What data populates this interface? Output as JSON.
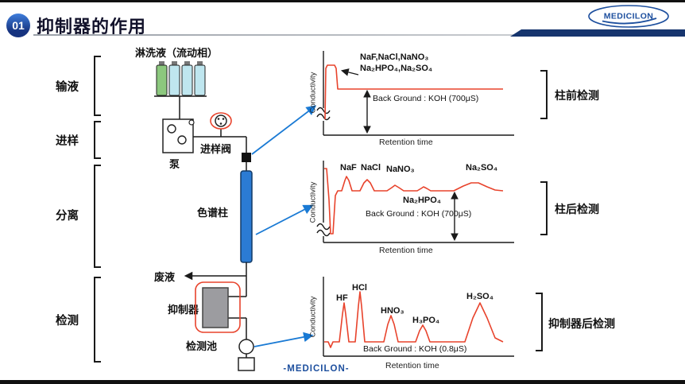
{
  "header": {
    "badge": "01",
    "title": "抑制器的作用",
    "logo": "MEDICILON"
  },
  "footer": {
    "brand": "-MEDICILON-"
  },
  "stages": [
    {
      "label": "输液"
    },
    {
      "label": "进样"
    },
    {
      "label": "分离"
    },
    {
      "label": "检测"
    }
  ],
  "diagram": {
    "eluent": "淋洗液（流动相）",
    "pump": "泵",
    "valve": "进样阀",
    "column": "色谱柱",
    "waste": "废液",
    "suppressor": "抑制器",
    "cell": "检测池",
    "bottle_colors": [
      "#8cc87e",
      "#bfe6ef",
      "#bfe6ef",
      "#bfe6ef"
    ]
  },
  "colors": {
    "trace": "#e8432c",
    "highlight": "#e8432c",
    "connector": "#1a7ad4",
    "column_fill": "#2b7bd3",
    "suppressor_fill": "#9c9ca0",
    "brand": "#1d4f9e",
    "navy_bar": "#16356e"
  },
  "charts": [
    {
      "ylabel": "Conductivity",
      "xlabel": "Retention time",
      "note1": "NaF,NaCl,NaNO₃",
      "note2": "Na₂HPO₄,Na₂SO₄",
      "background": "Back Ground : KOH (700μS)",
      "bracket": "柱前检测",
      "trace": "24,92 25,28 27,24 36,24 38,28 40,54 248,54"
    },
    {
      "ylabel": "Conductivity",
      "xlabel": "Retention time",
      "background": "Back Ground : KOH (700μS)",
      "bracket": "柱后检测",
      "peaks": [
        {
          "label": "NaF"
        },
        {
          "label": "NaCl"
        },
        {
          "label": "NaNO₃"
        },
        {
          "label": "Na₂HPO₄"
        },
        {
          "label": "Na₂SO₄"
        }
      ],
      "trace": "23,16 26,16 29,55 31,98 34,98 37,50 40,44 45,44 49,31 51,26 54,31 58,44 68,44 73,34 77,30 81,34 86,44 102,44 108,40 112,37 117,40 123,44 140,44 145,41 148,39 152,41 157,44 186,44 198,38 208,34 217,34 228,39 238,43 248,44"
    },
    {
      "ylabel": "Conductivity",
      "xlabel": "Retention time",
      "background": "Back Ground : KOH (0.8μS)",
      "bracket": "抑制器后检测",
      "peaks": [
        {
          "label": "HF"
        },
        {
          "label": "HCl"
        },
        {
          "label": "HNO₃"
        },
        {
          "label": "H₃PO₄"
        },
        {
          "label": "H₂SO₄"
        }
      ],
      "trace": "23,90 28,90 31,97 34,90 42,90 46,55 48,41 50,55 54,90 62,90 66,45 68,27 70,45 74,90 98,90 103,68 107,57 111,68 116,90 138,90 143,76 147,69 151,76 156,90 200,90 210,60 219,41 228,60 238,85 248,90"
    }
  ],
  "chart_data": [
    {
      "type": "line",
      "title": "柱前检测",
      "xlabel": "Retention time",
      "ylabel": "Conductivity",
      "baseline": "KOH 700μS",
      "peaks": [
        "NaF,NaCl,NaNO₃,Na₂HPO₄,Na₂SO₄ — unresolved single early peak"
      ]
    },
    {
      "type": "line",
      "title": "柱后检测",
      "xlabel": "Retention time",
      "ylabel": "Conductivity",
      "baseline": "KOH 700μS",
      "peaks": [
        "NaF",
        "NaCl",
        "NaNO₃",
        "Na₂HPO₄",
        "Na₂SO₄"
      ]
    },
    {
      "type": "line",
      "title": "抑制器后检测",
      "xlabel": "Retention time",
      "ylabel": "Conductivity",
      "baseline": "KOH 0.8μS",
      "peaks": [
        "HF",
        "HCl",
        "HNO₃",
        "H₃PO₄",
        "H₂SO₄"
      ]
    }
  ]
}
